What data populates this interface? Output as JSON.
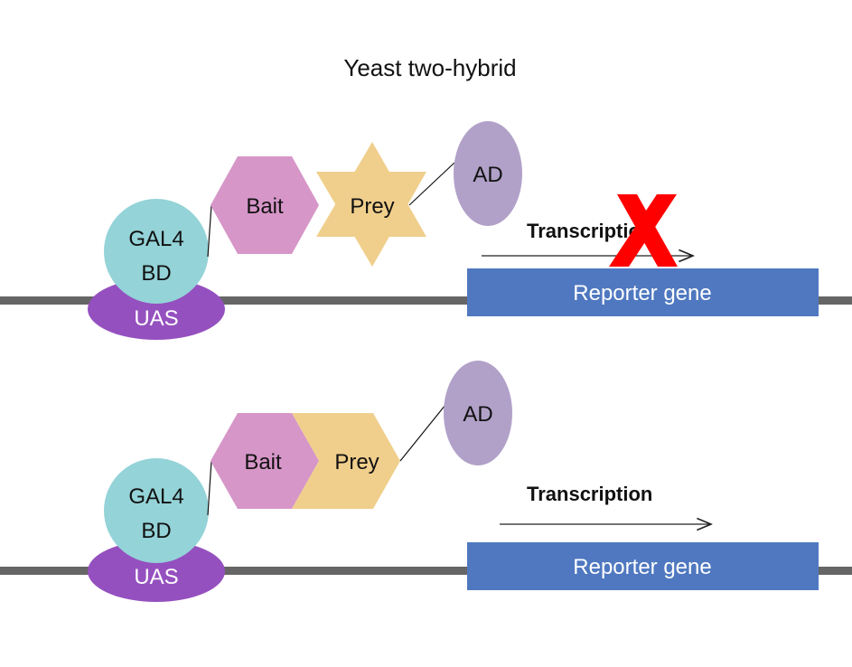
{
  "title": "Yeast two-hybrid",
  "colors": {
    "gal4": "#94d3d8",
    "uas": "#9550bf",
    "bait": "#d696c8",
    "prey": "#f0cf8c",
    "ad": "#b1a1c8",
    "reporter": "#4f78c0",
    "dna": "#666666",
    "x_mark": "#ff0000"
  },
  "top_panel": {
    "gal4_line1": "GAL4",
    "gal4_line2": "BD",
    "uas": "UAS",
    "bait": "Bait",
    "prey": "Prey",
    "ad": "AD",
    "transcription": "Transcription",
    "reporter": "Reporter gene",
    "blocked_icon": "red-x-icon"
  },
  "bottom_panel": {
    "gal4_line1": "GAL4",
    "gal4_line2": "BD",
    "uas": "UAS",
    "bait": "Bait",
    "prey": "Prey",
    "ad": "AD",
    "transcription": "Transcription",
    "reporter": "Reporter gene"
  }
}
